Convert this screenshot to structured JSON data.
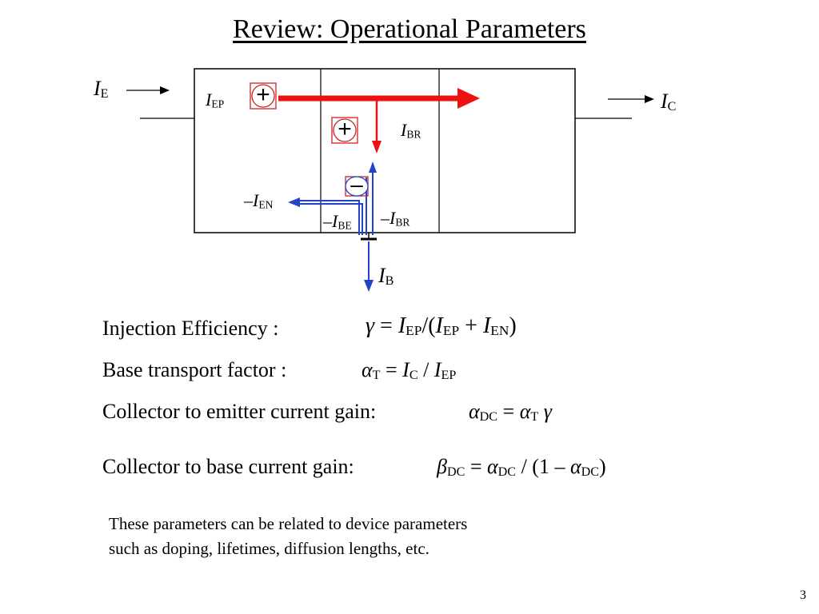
{
  "title": "Review: Operational Parameters",
  "diagram": {
    "label_IE": {
      "sym": "I",
      "sub": "E"
    },
    "label_IC": {
      "sym": "I",
      "sub": "C"
    },
    "label_IB": {
      "sym": "I",
      "sub": "B"
    },
    "label_IEP": {
      "sym": "I",
      "sub": "EP"
    },
    "label_IBR": {
      "sym": "I",
      "sub": "BR"
    },
    "label_IEN": {
      "prefix": "–",
      "sym": "I",
      "sub": "EN"
    },
    "label_IBE": {
      "prefix": "–",
      "sym": "I",
      "sub": "BE"
    },
    "label_IBR2": {
      "prefix": "–",
      "sym": "I",
      "sub": "BR"
    },
    "plus_sign": "+",
    "minus_sign": "–",
    "colors": {
      "hole_current": "#ee1111",
      "electron_current": "#2244cc",
      "outline": "#000000",
      "carrier_box": "#cc2222"
    }
  },
  "equations": {
    "injection": {
      "label": "Injection Efficiency :",
      "lhs": "γ",
      "eq": "=",
      "num_sym": "I",
      "num_sub": "EP",
      "div": "/(",
      "d1_sym": "I",
      "d1_sub": "EP",
      "plus": "+",
      "d2_sym": "I",
      "d2_sub": "EN",
      "close": ")"
    },
    "transport": {
      "label": "Base transport factor :",
      "lhs": "α",
      "lhs_sub": "T",
      "eq": "=",
      "n_sym": "I",
      "n_sub": "C",
      "div": "/",
      "d_sym": "I",
      "d_sub": "EP"
    },
    "gain_ce": {
      "label": "Collector to emitter current gain:",
      "lhs": "α",
      "lhs_sub": "DC",
      "eq": "=",
      "r1": "α",
      "r1_sub": "T",
      "r2": "γ"
    },
    "gain_cb": {
      "label": "Collector to base current gain:",
      "lhs": "β",
      "lhs_sub": "DC",
      "eq": "=",
      "n": "α",
      "n_sub": "DC",
      "div": "/ (1 –",
      "d": "α",
      "d_sub": "DC",
      "close": ")"
    }
  },
  "note_line1": "These parameters can be related to device parameters",
  "note_line2": "such as doping, lifetimes, diffusion lengths, etc.",
  "page_number": "3"
}
